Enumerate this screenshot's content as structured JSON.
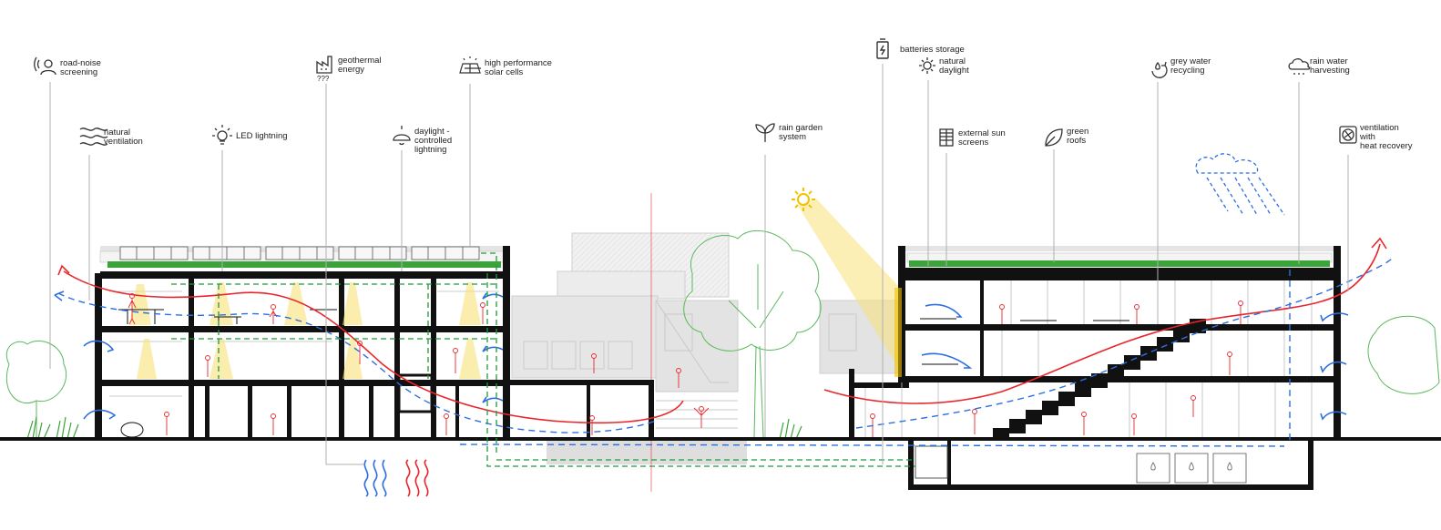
{
  "labels": {
    "road_noise": [
      "road-noise",
      "screening"
    ],
    "natural_ventilation": [
      "natural",
      "ventilation"
    ],
    "led": [
      "LED lightning"
    ],
    "geothermal": [
      "geothermal",
      "energy"
    ],
    "geothermal_note": "???",
    "daylight_controlled": [
      "daylight -",
      "controlled",
      "lightning"
    ],
    "solar": [
      "high performance",
      "solar cells"
    ],
    "rain_garden": [
      "rain garden",
      "system"
    ],
    "batteries": [
      "batteries storage"
    ],
    "natural_daylight": [
      "natural",
      "daylight"
    ],
    "sun_screens": [
      "external sun",
      "screens"
    ],
    "green_roofs": [
      "green",
      "roofs"
    ],
    "grey_water": [
      "grey water",
      "recycling"
    ],
    "rain_water": [
      "rain water",
      "harvesting"
    ],
    "heat_recovery": [
      "ventilation",
      "with",
      "heat recovery"
    ]
  },
  "icons": {
    "road_noise": "person-sound-icon",
    "natural_ventilation": "wind-waves-icon",
    "led": "bulb-icon",
    "geothermal": "factory-icon",
    "daylight_controlled": "pendant-lamp-icon",
    "solar": "solar-panel-icon",
    "rain_garden": "sprout-icon",
    "batteries": "battery-icon",
    "natural_daylight": "sun-icon",
    "sun_screens": "louver-screen-icon",
    "green_roofs": "leaf-icon",
    "grey_water": "water-recycle-icon",
    "rain_water": "rain-cloud-icon",
    "heat_recovery": "fan-icon"
  },
  "colors": {
    "structure": "#111111",
    "warm_air": "#e8262b",
    "cool_air": "#2d6fe0",
    "energy": "#1f9a3a",
    "greenery": "#3aa33a",
    "sun": "#f2c200",
    "sun_beam": "#f7e27a",
    "context": "#cfcfcf",
    "leader": "#b0b0b0"
  }
}
